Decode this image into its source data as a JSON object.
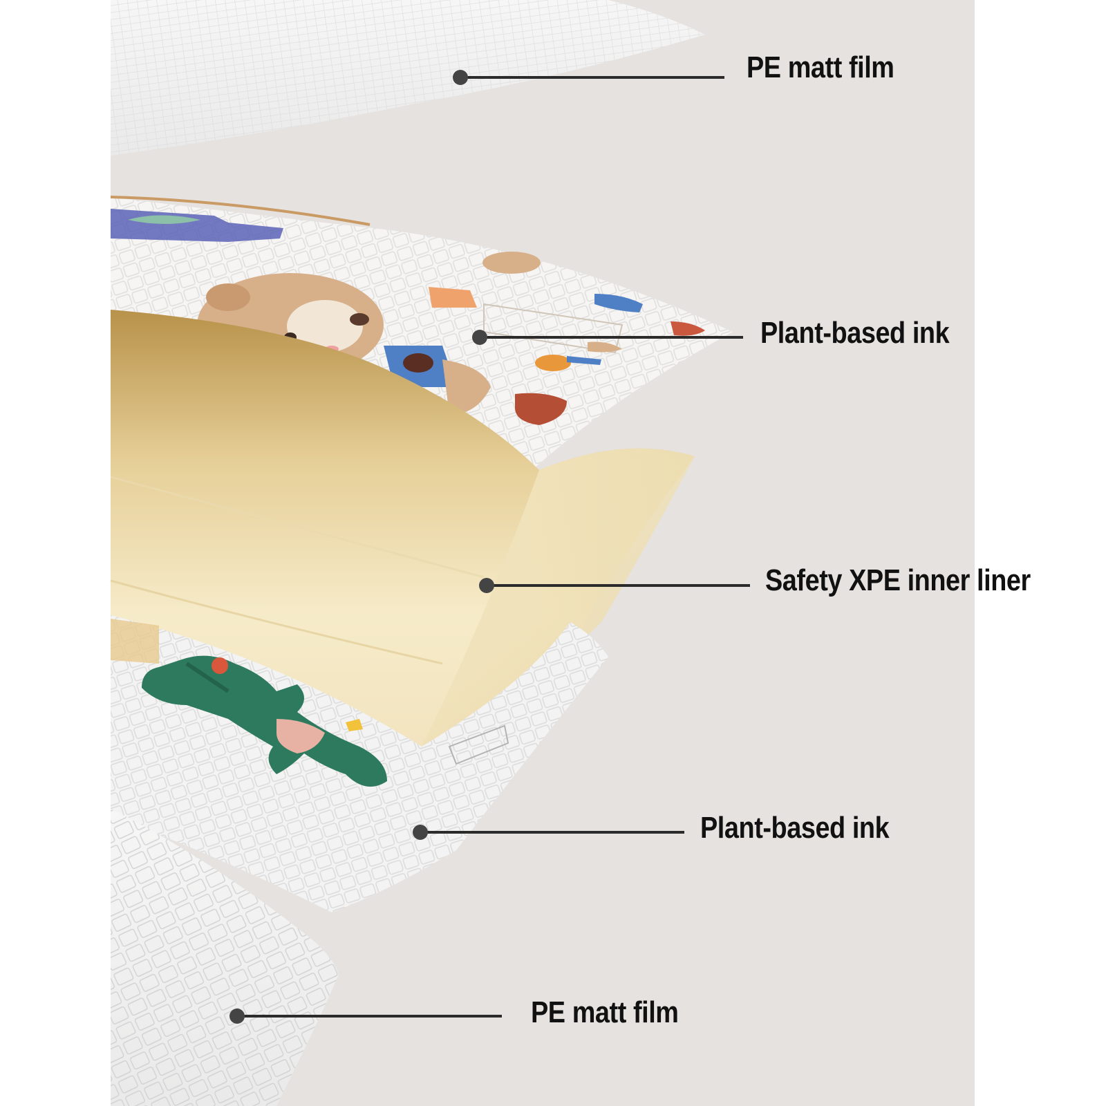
{
  "colors": {
    "backdrop": "#e6e2e0",
    "leader_line": "#2b2b2b",
    "foam": "#f3e6bf",
    "foam_shadow": "#c9a85e",
    "film": "#f4f4f4",
    "label_text": "#111111"
  },
  "layers": [
    {
      "name": "top-film",
      "label": "PE matt film"
    },
    {
      "name": "top-ink",
      "label": "Plant-based ink"
    },
    {
      "name": "xpe-liner",
      "label": "Safety XPE inner liner"
    },
    {
      "name": "bottom-ink",
      "label": "Plant-based ink"
    },
    {
      "name": "bottom-film",
      "label": "PE matt film"
    }
  ]
}
